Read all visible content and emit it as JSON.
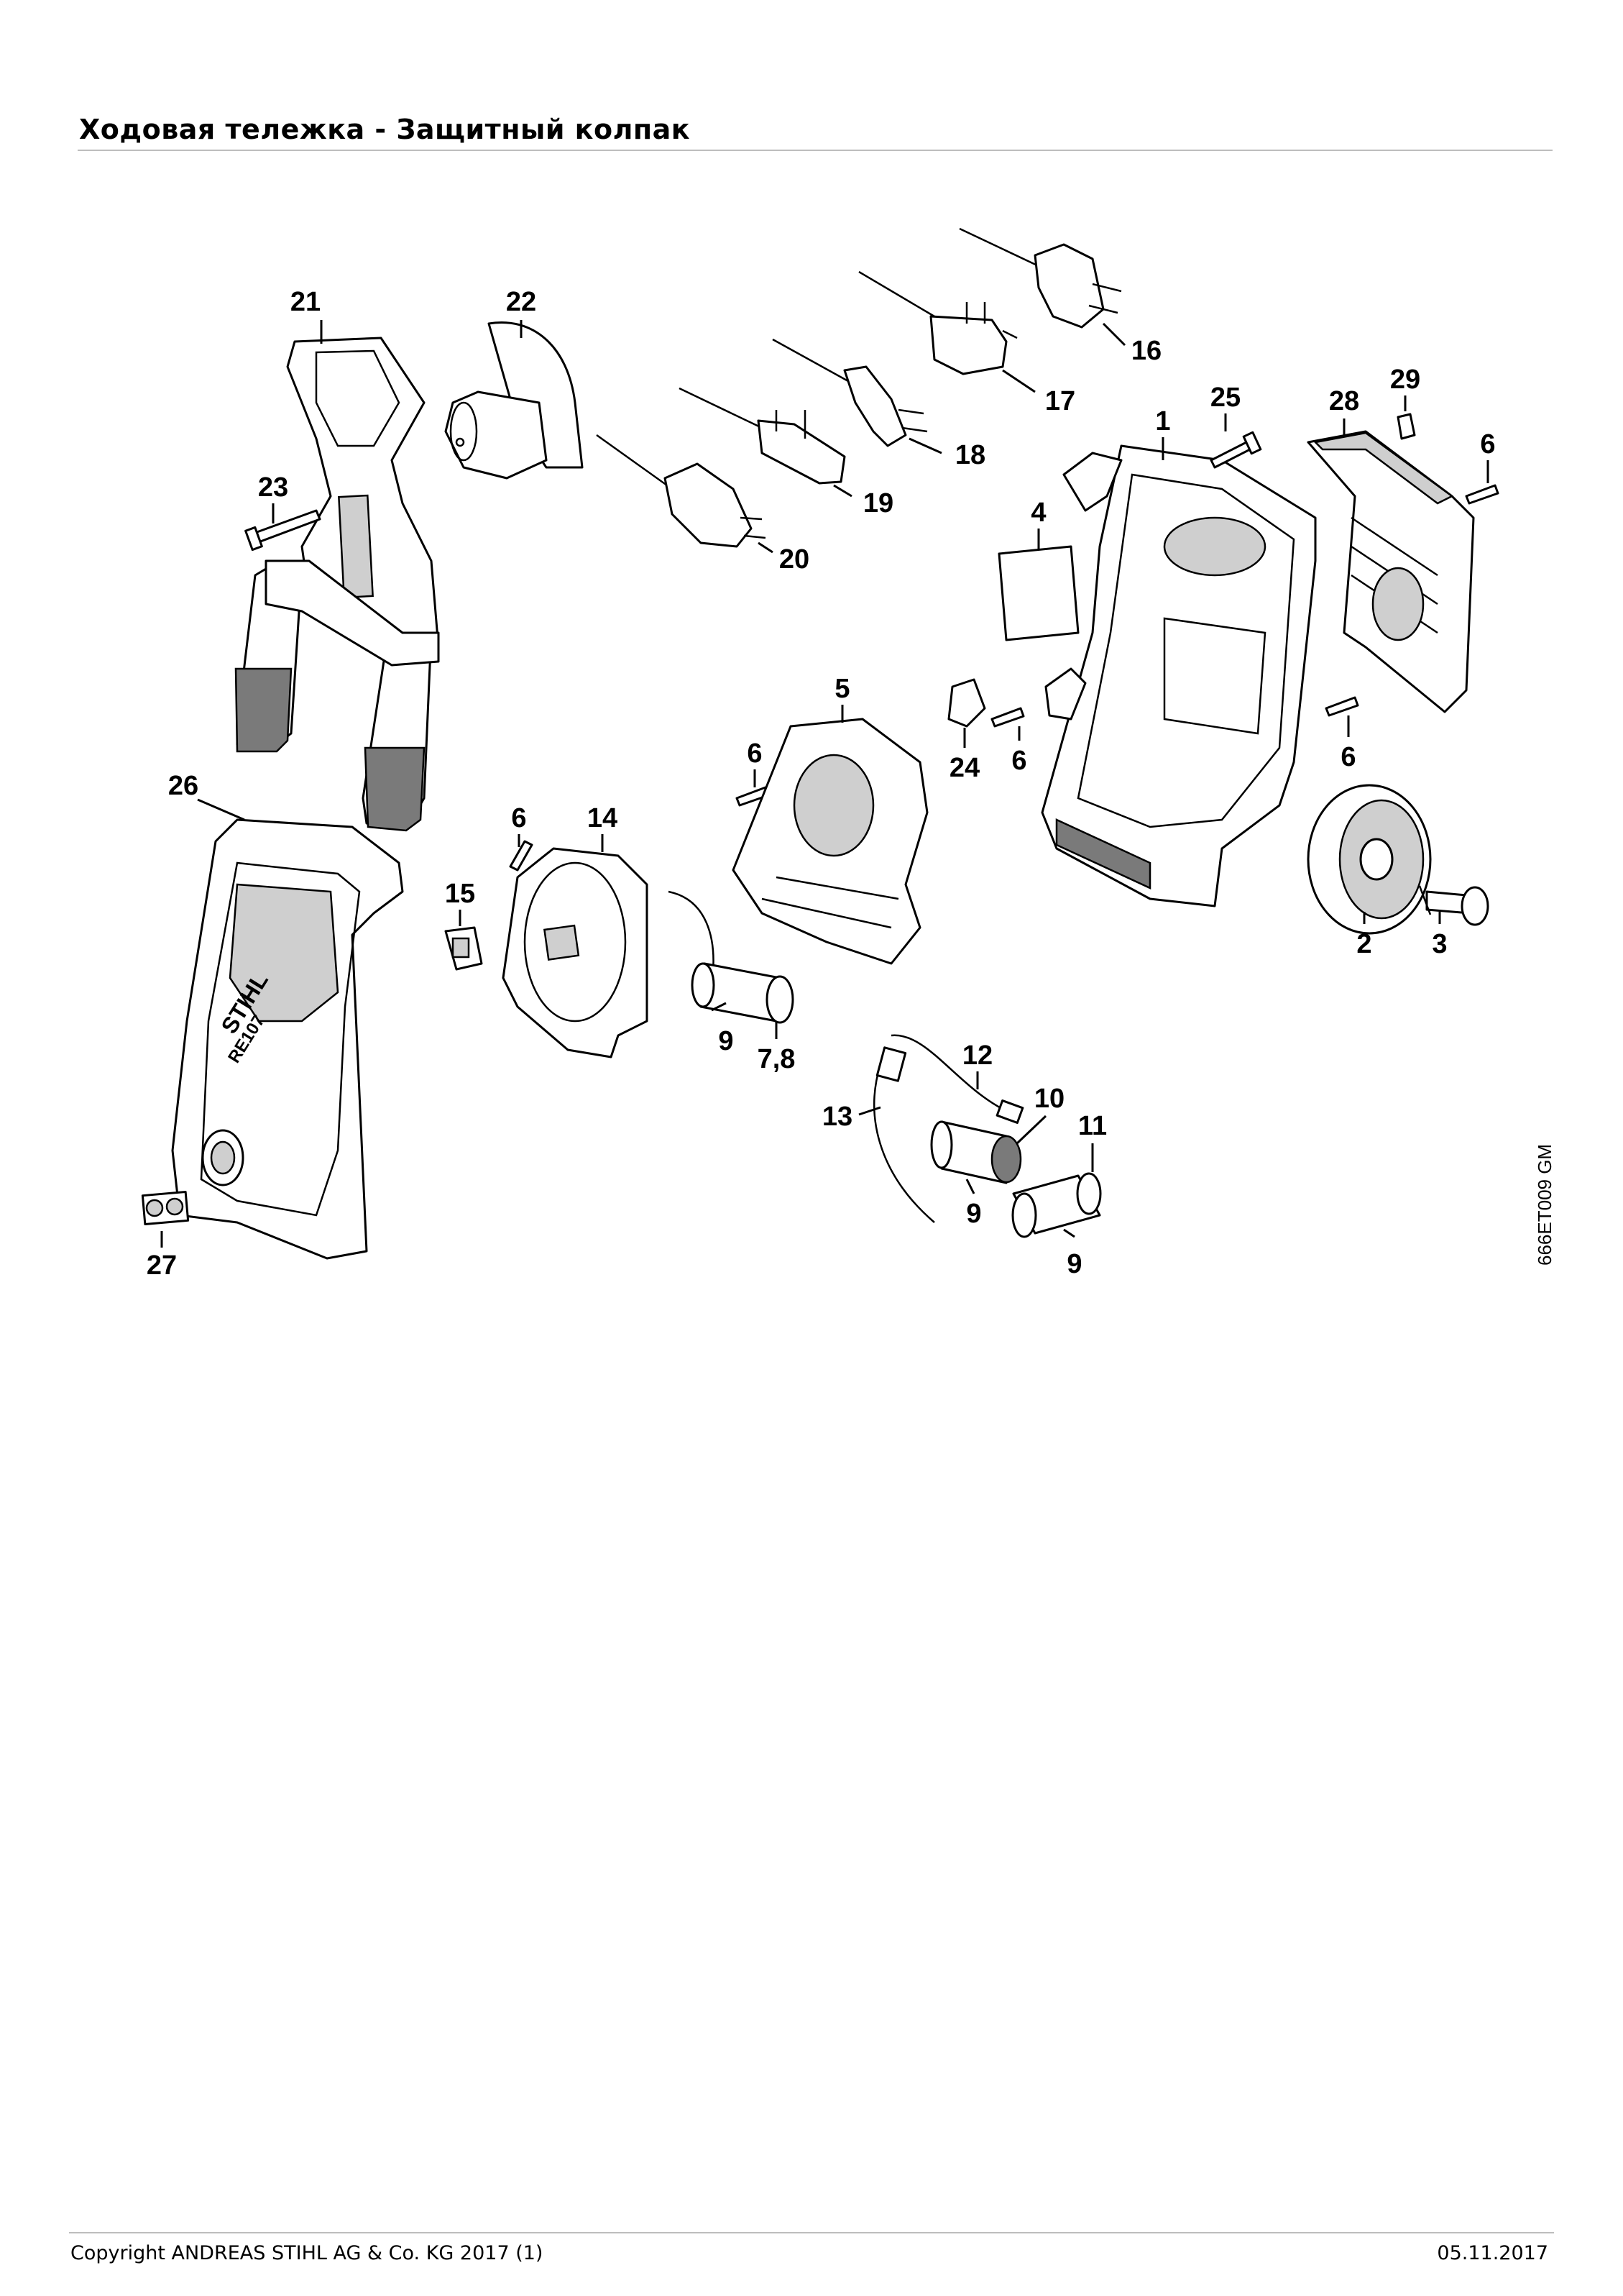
{
  "header": {
    "title": "Ходовая тележка - Защитный колпак"
  },
  "footer": {
    "copyright": "Copyright ANDREAS STIHL AG & Co. KG 2017 (1)",
    "date": "05.11.2017"
  },
  "drawing_code": "666ET009 GM",
  "brand": {
    "logo_text": "STIHL",
    "model_text": "RE107"
  },
  "labels": {
    "p1": "1",
    "p2": "2",
    "p3": "3",
    "p4": "4",
    "p5": "5",
    "p6a": "6",
    "p6b": "6",
    "p6c": "6",
    "p6d": "6",
    "p6e": "6",
    "p78": "7,8",
    "p9a": "9",
    "p9b": "9",
    "p9c": "9",
    "p10": "10",
    "p11": "11",
    "p12": "12",
    "p13": "13",
    "p14": "14",
    "p15": "15",
    "p16": "16",
    "p17": "17",
    "p18": "18",
    "p19": "19",
    "p20": "20",
    "p21": "21",
    "p22": "22",
    "p23": "23",
    "p24": "24",
    "p25": "25",
    "p26": "26",
    "p27": "27",
    "p28": "28",
    "p29": "29"
  }
}
